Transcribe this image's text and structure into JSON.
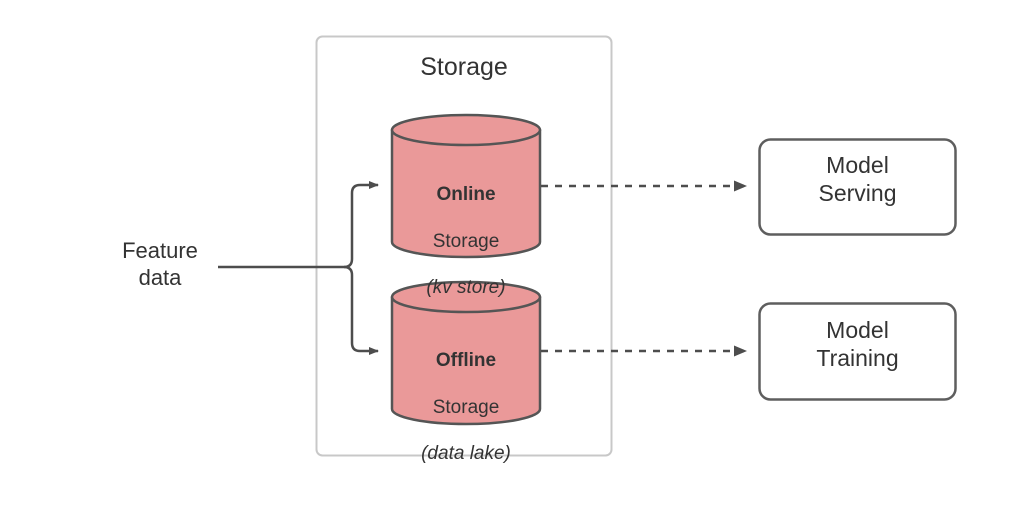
{
  "diagram": {
    "title_text": "Storage",
    "source": {
      "label": "Feature data",
      "line1": "Feature",
      "line2": "data"
    },
    "storage_container": {
      "label": "Storage",
      "border_color": "#c8c8c8"
    },
    "cylinders": [
      {
        "name": "online-storage",
        "line1": "Online",
        "line2": "Storage",
        "line3": "(kv store)",
        "fill": "#ea9999",
        "stroke": "#555555"
      },
      {
        "name": "offline-storage",
        "line1": "Offline",
        "line2": "Storage",
        "line3": "(data lake)",
        "fill": "#ea9999",
        "stroke": "#555555"
      }
    ],
    "consumers": [
      {
        "name": "model-serving",
        "line1": "Model",
        "line2": "Serving",
        "stroke": "#5e5e5e",
        "fill": "#ffffff"
      },
      {
        "name": "model-training",
        "line1": "Model",
        "line2": "Training",
        "stroke": "#5e5e5e",
        "fill": "#ffffff"
      }
    ],
    "connectors": [
      {
        "name": "feature-data-to-online",
        "style": "solid",
        "arrow": true
      },
      {
        "name": "feature-data-to-offline",
        "style": "solid",
        "arrow": true
      },
      {
        "name": "online-to-model-serving",
        "style": "dashed",
        "arrow": true
      },
      {
        "name": "offline-to-model-training",
        "style": "dashed",
        "arrow": true
      }
    ],
    "colors": {
      "cylinder_fill": "#ea9999",
      "cylinder_stroke": "#555555",
      "box_stroke": "#5e5e5e",
      "container_stroke": "#c8c8c8",
      "connector": "#4d4d4d",
      "text": "#333333",
      "background": "#ffffff"
    }
  }
}
